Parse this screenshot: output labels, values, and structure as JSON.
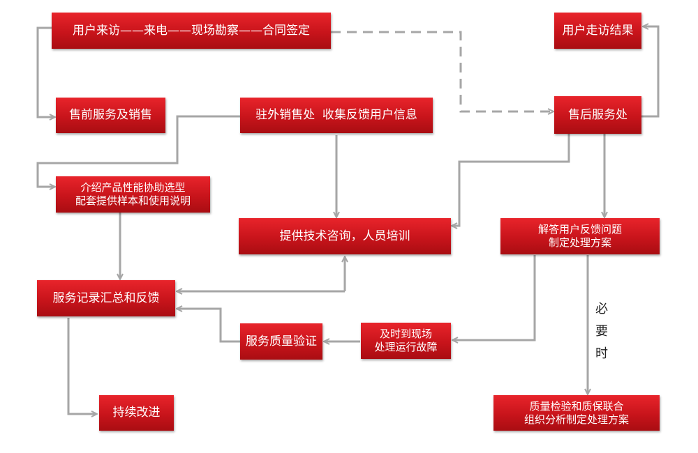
{
  "boxes": {
    "user_visit": "用户来访——来电——现场勘察——合同签定",
    "presale": "售前服务及销售",
    "field_sales": "驻外销售处  收集反馈用户信息",
    "intro_line1": "介绍产品性能协助选型",
    "intro_line2": "配套提供样本和使用说明",
    "tech_consult": "提供技术咨询，人员培训",
    "service_record": "服务记录汇总和反馈",
    "quality_verify": "服务质量验证",
    "timely_line1": "及时到现场",
    "timely_line2": "处理运行故障",
    "continuous": "持续改进",
    "visit_result": "用户走访结果",
    "aftersale": "售后服务处",
    "answer_line1": "解答用户反馈问题",
    "answer_line2": "制定处理方案",
    "joint_line1": "质量检验和质保联合",
    "joint_line2": "组织分析制定处理方案"
  },
  "labels": {
    "necessary": "必\n要\n时"
  },
  "colors": {
    "box_red": "#c8141b",
    "arrow_gray": "#a6a6a6"
  }
}
